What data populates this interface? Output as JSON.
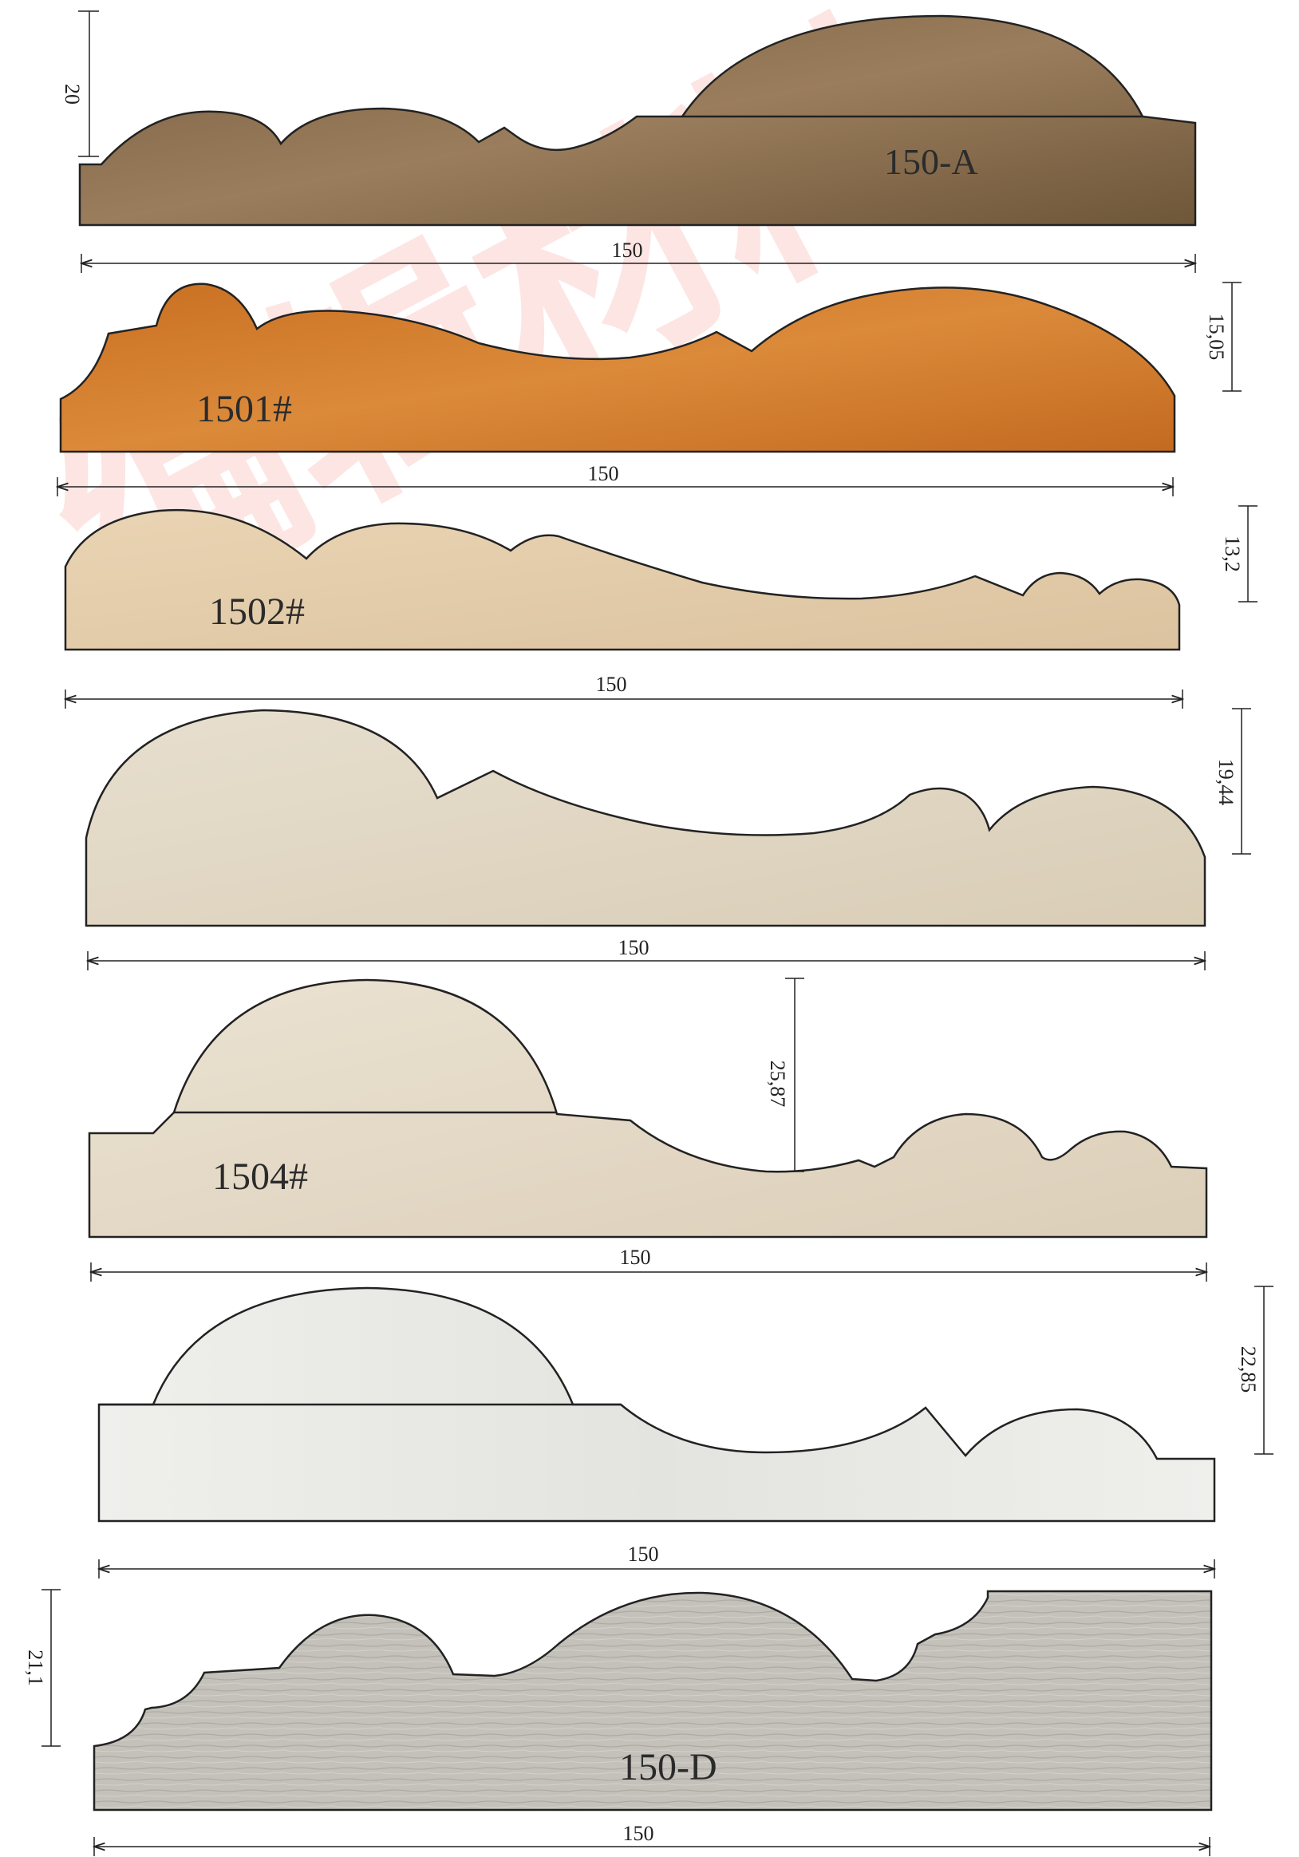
{
  "watermark": {
    "text": "编辑材料",
    "color": "#e8332a"
  },
  "profiles": [
    {
      "id": "p1",
      "label": "150-A",
      "width_dim": "150",
      "height_dim": "20",
      "material": "dark-emperador-brown-marble",
      "color": "#8c7356"
    },
    {
      "id": "p2",
      "label": "1501#",
      "width_dim": "150",
      "height_dim": "15,05",
      "material": "amber-orange-marble",
      "color": "#d27a2a"
    },
    {
      "id": "p3",
      "label": "1502#",
      "width_dim": "150",
      "height_dim": "13,2",
      "material": "cream-marfil-marble",
      "color": "#e8d3b2"
    },
    {
      "id": "p4",
      "label": "",
      "width_dim": "150",
      "height_dim": "19,44",
      "material": "beige-marble",
      "color": "#e2d9c6"
    },
    {
      "id": "p5",
      "label": "1504#",
      "width_dim": "150",
      "height_dim": "25,87",
      "material": "light-beige-fossil-marble",
      "color": "#e6dccb"
    },
    {
      "id": "p6",
      "label": "",
      "width_dim": "150",
      "height_dim": "22,85",
      "material": "white-onyx-marble",
      "color": "#ebebe8"
    },
    {
      "id": "p7",
      "label": "150-D",
      "width_dim": "150",
      "height_dim": "21,1",
      "material": "grey-wood-vein-marble",
      "color": "#bfbcb6"
    }
  ]
}
